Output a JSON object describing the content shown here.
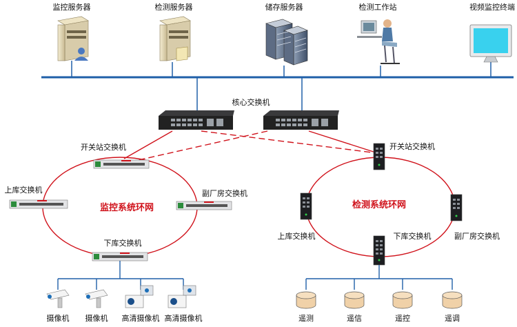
{
  "servers": {
    "monitor": "监控服务器",
    "detect": "检测服务器",
    "storage": "储存服务器",
    "workstation": "检测工作站",
    "terminal": "视频监控终端"
  },
  "core": "核心交换机",
  "monitor_ring": {
    "name": "监控系统环网",
    "switch_top": "开关站交换机",
    "switch_left": "上库交换机",
    "switch_right": "副厂房交换机",
    "switch_bottom": "下库交换机"
  },
  "detect_ring": {
    "name": "检测系统环网",
    "switch_top": "开关站交换机",
    "switch_left": "上库交换机",
    "switch_right": "副厂房交换机",
    "switch_bottom": "下库交换机"
  },
  "cameras": [
    "摄像机",
    "摄像机",
    "高清摄像机",
    "高清摄像机"
  ],
  "devices": [
    "遥测",
    "遥信",
    "遥控",
    "遥调"
  ],
  "colors": {
    "bus": "#1f5fa8",
    "ring": "#d0121b",
    "label": "#d0121b"
  }
}
